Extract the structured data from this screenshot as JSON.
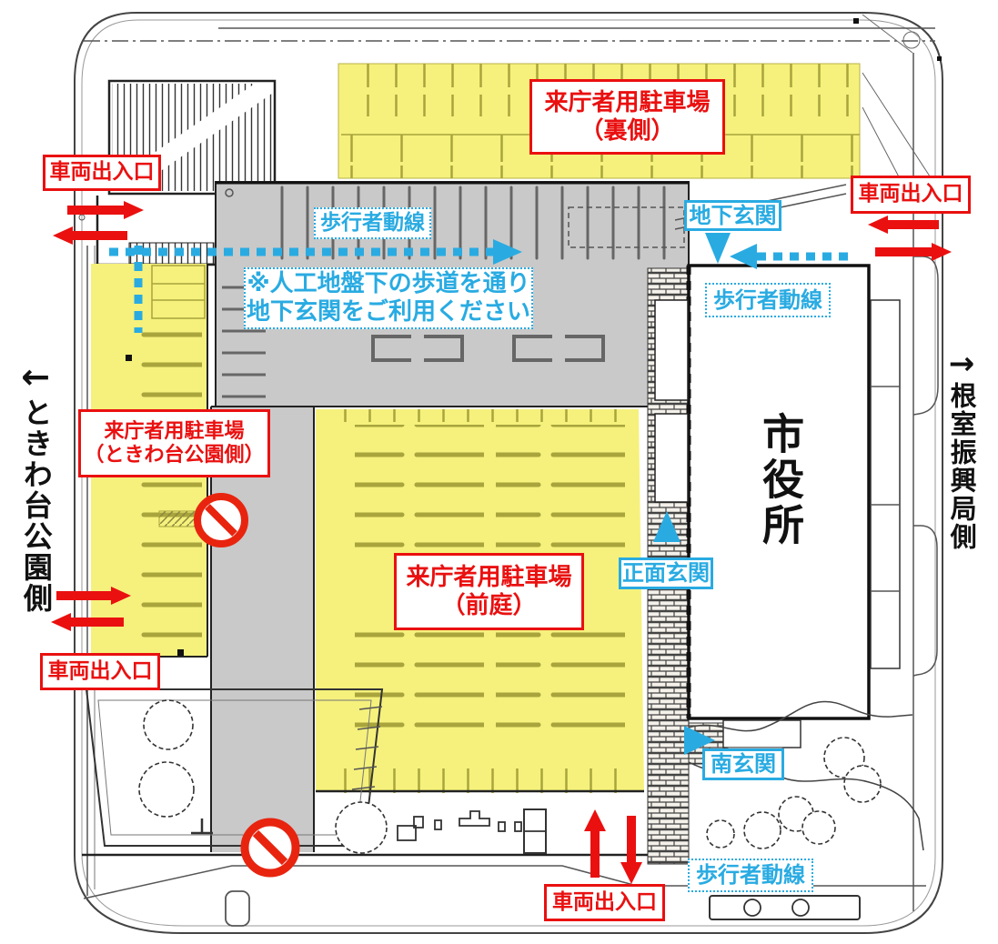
{
  "site": {
    "building": "市役所",
    "streets": {
      "left": {
        "arrow": "←",
        "name": "ときわ台公園側"
      },
      "right": {
        "arrow": "→",
        "name": "根室振興局側"
      }
    },
    "parking": {
      "back": {
        "line1": "来庁者用駐車場",
        "line2": "（裏側）"
      },
      "tokiwadai": {
        "line1": "来庁者用駐車場",
        "line2": "（ときわ台公園側）"
      },
      "front": {
        "line1": "来庁者用駐車場",
        "line2": "（前庭）"
      }
    },
    "gates": {
      "vehicle": "車両出入口"
    },
    "entrances": {
      "underground": "地下玄関",
      "main": "正面玄関",
      "south": "南玄関"
    },
    "pedestrian_route": "歩行者動線",
    "notice": {
      "line1": "※人工地盤下の歩道を通り",
      "line2": "地下玄関をご利用ください"
    },
    "colors": {
      "parking_yellow": "#f5f17c",
      "road_gray": "#c9c9c9",
      "accent_red": "#ea1010",
      "accent_blue": "#29abe2"
    }
  }
}
